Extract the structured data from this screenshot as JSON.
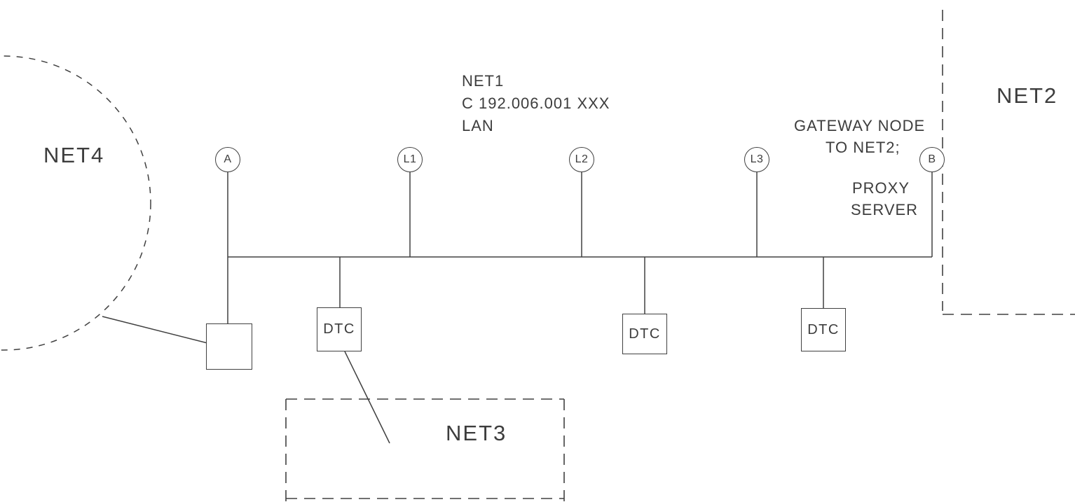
{
  "diagram": {
    "type": "network-topology",
    "lan": {
      "name": "NET1",
      "address": "C 192.006.001 XXX",
      "kind": "LAN"
    },
    "networks": {
      "net2_label": "NET2",
      "net3_label": "NET3",
      "net4_label": "NET4"
    },
    "annotations": {
      "gateway_line1": "GATEWAY NODE",
      "gateway_line2": "TO NET2;",
      "proxy_line1": "PROXY",
      "proxy_line2": "SERVER"
    },
    "nodes": [
      {
        "label": "A"
      },
      {
        "label": "L1"
      },
      {
        "label": "L2"
      },
      {
        "label": "L3"
      },
      {
        "label": "B"
      }
    ],
    "terminals": [
      {
        "label": "DTC"
      },
      {
        "label": "DTC"
      },
      {
        "label": "DTC"
      }
    ],
    "colors": {
      "line": "#404040",
      "text": "#3d3d3d",
      "background": "#ffffff"
    }
  }
}
